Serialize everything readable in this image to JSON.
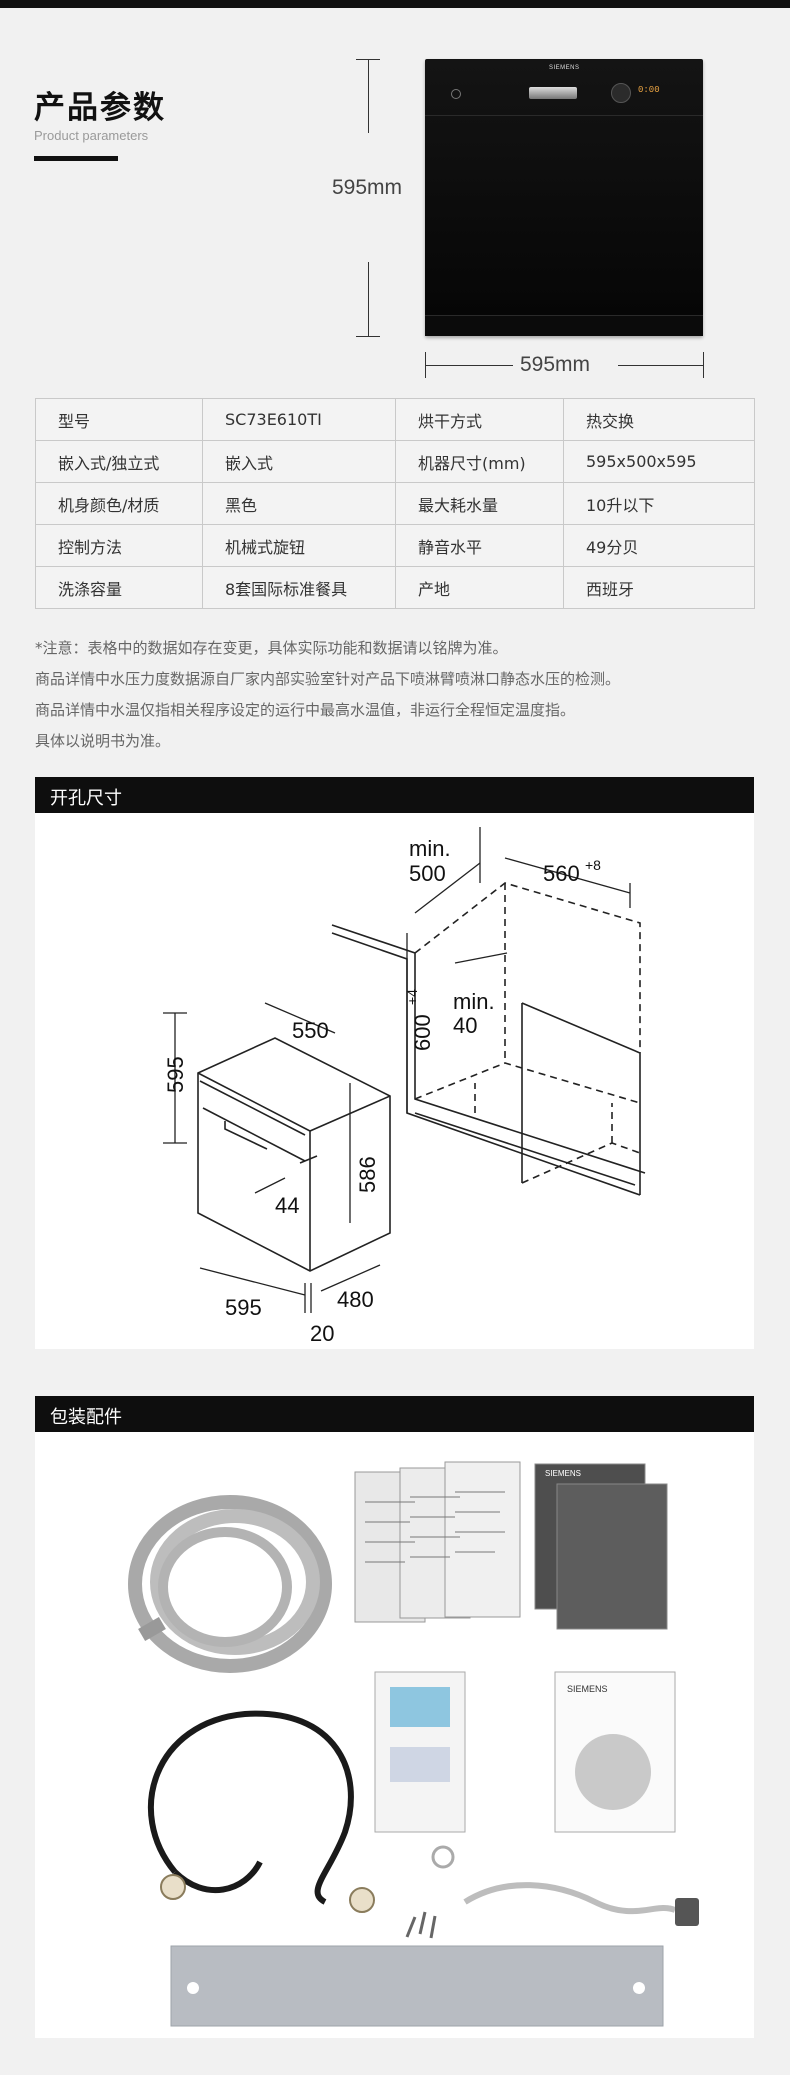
{
  "header": {
    "title_cn": "产品参数",
    "title_en": "Product parameters"
  },
  "product_image": {
    "brand": "SIEMENS",
    "display": "0:00",
    "height_label": "595mm",
    "width_label": "595mm"
  },
  "spec_table": {
    "rows": [
      [
        "型号",
        "SC73E610TI",
        "烘干方式",
        "热交换"
      ],
      [
        "嵌入式/独立式",
        "嵌入式",
        "机器尺寸(mm)",
        "595x500x595"
      ],
      [
        "机身颜色/材质",
        "黑色",
        "最大耗水量",
        "10升以下"
      ],
      [
        "控制方法",
        "机械式旋钮",
        "静音水平",
        "49分贝"
      ],
      [
        "洗涤容量",
        "8套国际标准餐具",
        "产地",
        "西班牙"
      ]
    ]
  },
  "notes": [
    "*注意：表格中的数据如存在变更，具体实际功能和数据请以铭牌为准。",
    "商品详情中水压力度数据源自厂家内部实验室针对产品下喷淋臂喷淋口静态水压的检测。",
    "商品详情中水温仅指相关程序设定的运行中最高水温值，非运行全程恒定温度指。",
    "具体以说明书为准。"
  ],
  "cutout_section": {
    "title": "开孔尺寸",
    "labels": {
      "min500_a": "min.",
      "min500_b": "500",
      "w560": "560",
      "w560_sup": "+8",
      "h600": "600",
      "h600_sup": "+4",
      "min40_a": "min.",
      "min40_b": "40",
      "d550": "550",
      "h595": "595",
      "h586": "586",
      "d44": "44",
      "w595": "595",
      "d480": "480",
      "d20": "20"
    }
  },
  "accessories_section": {
    "title": "包装配件",
    "manual_brand": "SIEMENS",
    "manual_brand2": "SIEMENS"
  }
}
